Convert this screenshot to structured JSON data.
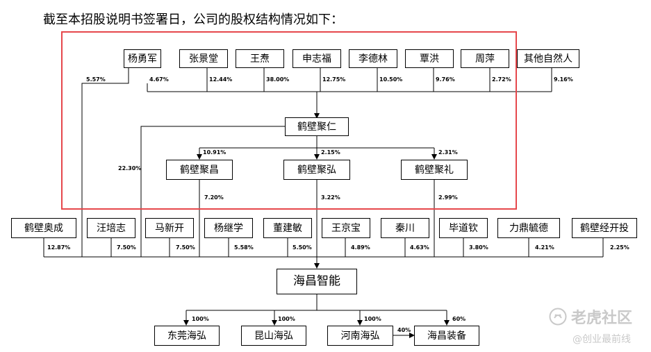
{
  "heading": "截至本招股说明书签署日，公司的股权结构情况如下：",
  "top_holders": [
    {
      "name": "杨勇军",
      "pct": "4.67%"
    },
    {
      "name": "张景堂",
      "pct": "12.44%"
    },
    {
      "name": "王焘",
      "pct": "38.00%"
    },
    {
      "name": "申志福",
      "pct": "12.75%"
    },
    {
      "name": "李德林",
      "pct": "10.50%"
    },
    {
      "name": "覃洪",
      "pct": "9.76%"
    },
    {
      "name": "周萍",
      "pct": "2.72%"
    },
    {
      "name": "其他自然人",
      "pct": "9.16%"
    }
  ],
  "yang_direct_pct": "5.57%",
  "juren": {
    "name": "鹤壁聚仁",
    "direct_pct": "22.30%"
  },
  "sub_platforms": [
    {
      "name": "鹤壁聚昌",
      "pct_from_juren": "10.91%",
      "pct_to_target": "7.20%"
    },
    {
      "name": "鹤壁聚弘",
      "pct_from_juren": "2.15%",
      "pct_to_target": "3.22%"
    },
    {
      "name": "鹤壁聚礼",
      "pct_from_juren": "2.31%",
      "pct_to_target": "2.99%"
    }
  ],
  "shareholders": [
    {
      "name": "鹤壁奥成",
      "pct": "12.87%"
    },
    {
      "name": "汪培志",
      "pct": "7.50%"
    },
    {
      "name": "马新开",
      "pct": "7.50%"
    },
    {
      "name": "杨继学",
      "pct": "5.58%"
    },
    {
      "name": "董建敏",
      "pct": "5.50%"
    },
    {
      "name": "王京宝",
      "pct": "4.89%"
    },
    {
      "name": "秦川",
      "pct": "4.63%"
    },
    {
      "name": "毕道钦",
      "pct": "3.80%"
    },
    {
      "name": "力鼎毓德",
      "pct": "4.21%"
    },
    {
      "name": "鹤壁经开投",
      "pct": "2.25%"
    }
  ],
  "company": "海昌智能",
  "subsidiaries": [
    {
      "name": "东莞海弘",
      "pct": "100%"
    },
    {
      "name": "昆山海弘",
      "pct": "100%"
    },
    {
      "name": "河南海弘",
      "pct": "100%"
    },
    {
      "name": "海昌装备",
      "pct": "60%"
    }
  ],
  "henan_to_zhuangbei_pct": "40%",
  "watermark": {
    "brand": "老虎社区",
    "handle": "@创业最前线"
  }
}
